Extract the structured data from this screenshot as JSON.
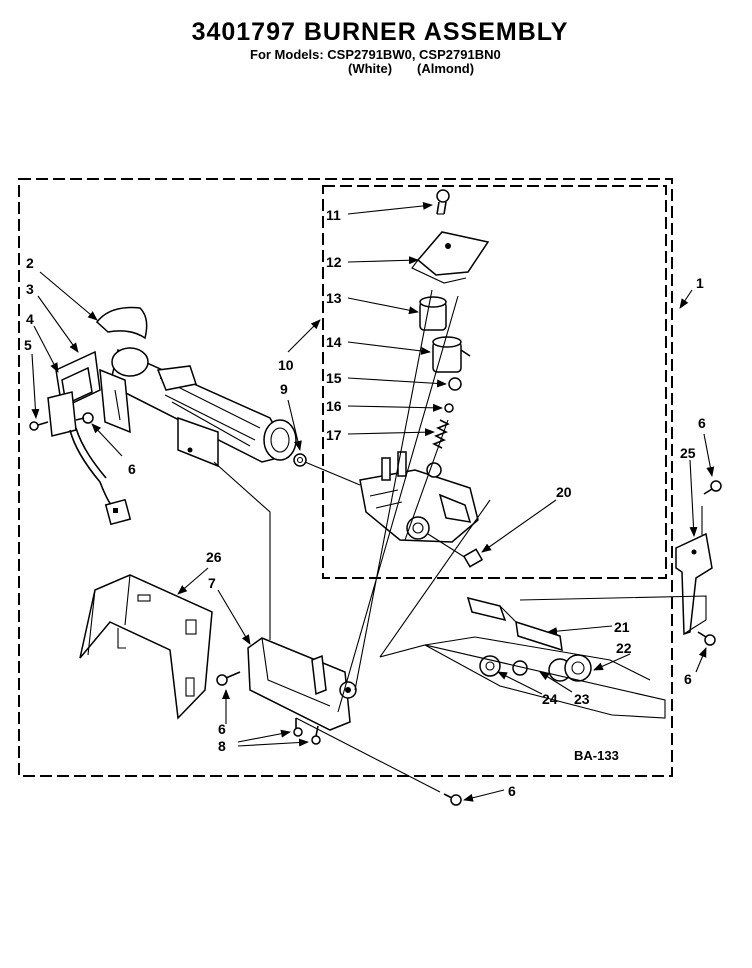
{
  "header": {
    "title": "3401797 BURNER ASSEMBLY",
    "models_line": "For Models: CSP2791BW0, CSP2791BN0",
    "color_white": "(White)",
    "color_almond": "(Almond)"
  },
  "diagram_code": "BA-133",
  "callouts": {
    "c1": "1",
    "c2": "2",
    "c3": "3",
    "c4": "4",
    "c5": "5",
    "c6a": "6",
    "c6b": "6",
    "c6c": "6",
    "c6d": "6",
    "c6e": "6",
    "c7": "7",
    "c8": "8",
    "c9": "9",
    "c10": "10",
    "c11": "11",
    "c12": "12",
    "c13": "13",
    "c14": "14",
    "c15": "15",
    "c16": "16",
    "c17": "17",
    "c20": "20",
    "c21": "21",
    "c22": "22",
    "c23": "23",
    "c24": "24",
    "c25": "25",
    "c26": "26"
  }
}
